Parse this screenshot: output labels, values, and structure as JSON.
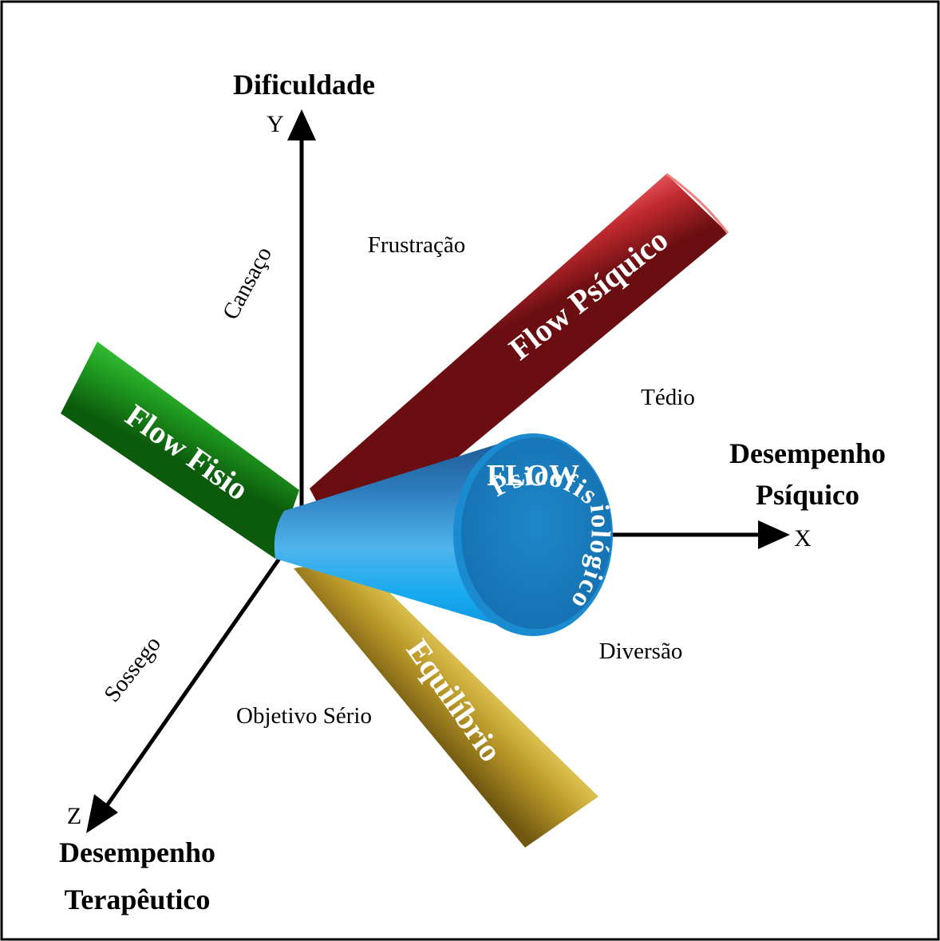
{
  "axes": {
    "y": {
      "letter": "Y",
      "title": "Dificuldade"
    },
    "x": {
      "letter": "X",
      "title_line1": "Desempenho",
      "title_line2": "Psíquico"
    },
    "z": {
      "letter": "Z",
      "title_line1": "Desempenho",
      "title_line2": "Terapêutico"
    }
  },
  "zones": {
    "cansaco": "Cansaço",
    "frustracao": "Frustração",
    "tedio": "Tédio",
    "diversao": "Diversão",
    "sossego": "Sossego",
    "objetivo_serio": "Objetivo Sério"
  },
  "bands": {
    "psiquico": "Flow Psíquico",
    "fisio": "Flow Fisio",
    "equilibrio": "Equilíbrio"
  },
  "cone": {
    "title": "FLOW",
    "subtitle": "Psicofisiológico"
  },
  "colors": {
    "psiquico": "#b0202a",
    "fisio": "#1f9a1f",
    "equilibrio": "#a88a1c",
    "cone": "#1a8fd0",
    "axis": "#000000"
  }
}
